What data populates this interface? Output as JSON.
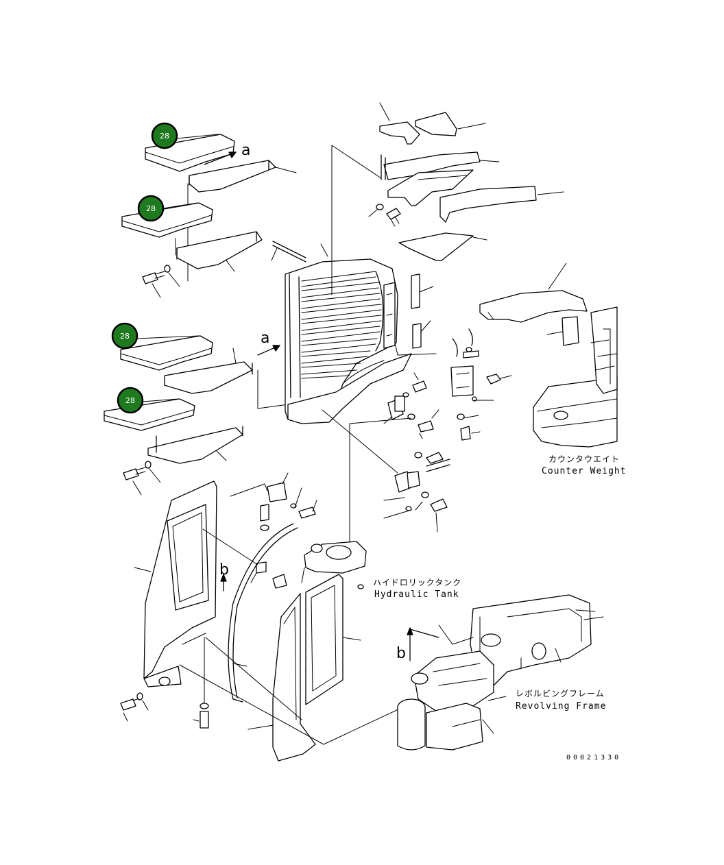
{
  "badges": [
    {
      "label": "28"
    },
    {
      "label": "28"
    },
    {
      "label": "28"
    },
    {
      "label": "28"
    }
  ],
  "badge_color": "#1f7a1f",
  "labels": {
    "counterweight_jp": "カウンタウエイト",
    "counterweight_en": "Counter Weight",
    "hydraulic_tank_jp": "ハイドロリックタンク",
    "hydraulic_tank_en": "Hydraulic Tank",
    "revolving_frame_jp": "レボルビングフレーム",
    "revolving_frame_en": "Revolving Frame"
  },
  "view_markers": {
    "a_top": "a",
    "a_mid": "a",
    "b_left": "b",
    "b_right": "b"
  },
  "drawing_code": "00021330"
}
